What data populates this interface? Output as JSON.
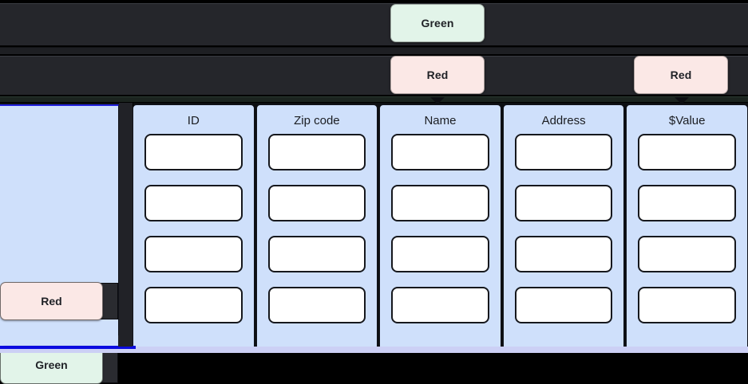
{
  "page": {
    "title": "Color tag overlay on data table",
    "background_color": "#000000",
    "panel_color": "#cfe0fb",
    "band_color": "#25262b",
    "green_chip_color": "#e2f4e9",
    "red_chip_color": "#fbe8e6",
    "cell_color": "#ffffff",
    "accent_blue": "#0b0be0"
  },
  "top_bands": [
    {
      "name": "band-row-1"
    },
    {
      "name": "band-gap"
    },
    {
      "name": "band-row-2"
    },
    {
      "name": "band-row-3"
    }
  ],
  "floating_chips": [
    {
      "label": "Green",
      "tone": "green",
      "name": "chip-green-top"
    },
    {
      "label": "Red",
      "tone": "red",
      "name": "chip-red-top"
    },
    {
      "label": "Red",
      "tone": "red",
      "name": "chip-red-right"
    }
  ],
  "side_chips": [
    {
      "label": "Red",
      "tone": "red"
    },
    {
      "label": "Green",
      "tone": "green"
    }
  ],
  "table": {
    "columns": [
      {
        "header": "ID",
        "rows": 4
      },
      {
        "header": "Zip code",
        "rows": 4
      },
      {
        "header": "Name",
        "rows": 4
      },
      {
        "header": "Address",
        "rows": 4
      },
      {
        "header": "$Value",
        "rows": 4
      }
    ],
    "cell_values": [
      "",
      "",
      "",
      ""
    ]
  }
}
